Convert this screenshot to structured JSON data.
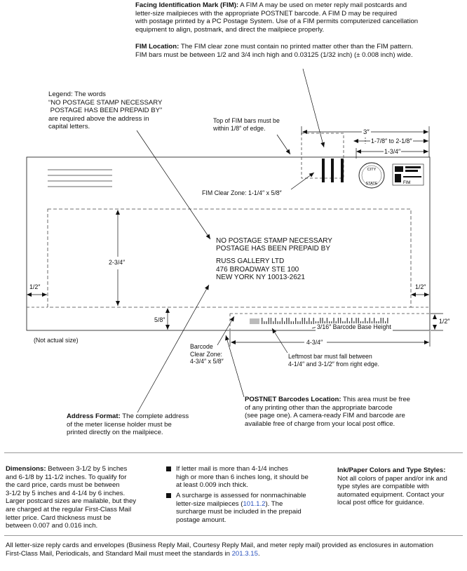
{
  "fim": {
    "title": "Facing Identification Mark (FIM):",
    "body_lines": [
      " A FIM A may be used on meter reply mail postcards and",
      "letter-size mailpieces with the appropriate POSTNET barcode. A FIM D may be required",
      "with postage printed by a PC Postage System. Use of a FIM permits computerized cancellation",
      "equipment to align, postmark, and direct the mailpiece properly."
    ],
    "location_title": "FIM Location:",
    "location_lines": [
      " The FIM clear zone must contain no printed matter other than the FIM pattern.",
      "FIM bars must be between 1/2 and 3/4 inch high and 0.03125 (1/32 inch) (± 0.008 inch) wide."
    ]
  },
  "legend": {
    "lines": [
      "Legend: The words",
      "“NO POSTAGE STAMP NECESSARY",
      " POSTAGE HAS BEEN PREPAID BY”",
      "are required above the address in",
      "capital letters."
    ]
  },
  "fim_top_note": {
    "lines": [
      "Top of FIM bars must be",
      "within 1/8″ of edge."
    ]
  },
  "dims": {
    "three": "3″",
    "range": "1-7/8″ to 2-1/8″",
    "one_three_quarter": "1-3/4″",
    "two_three_quarter": "2-3/4″",
    "half_left": "1/2″",
    "half_right": "1/2″",
    "five_eighths": "5/8″",
    "half_barcode": "1/2″",
    "four_three_quarter": "4-3/4″"
  },
  "fim_clear_zone": "FIM Clear Zone: 1-1/4″ x 5/8″",
  "address": {
    "line1": "NO POSTAGE STAMP NECESSARY",
    "line2": "POSTAGE HAS BEEN PREPAID BY",
    "line3": "RUSS GALLERY LTD",
    "line4": "476 BROADWAY STE 100",
    "line5": "NEW YORK NY  10013-2621"
  },
  "postmark": {
    "city": "CITY",
    "state": "STATE"
  },
  "meter_stamp": {
    "text": "FIM"
  },
  "barcode_base": "3/16″ Barcode Base Height",
  "not_actual": "(Not actual size)",
  "barcode_clear": {
    "lines": [
      "Barcode",
      "Clear Zone:",
      "4-3/4″ x 5/8″"
    ]
  },
  "leftmost_bar": {
    "lines": [
      "Leftmost bar must fall between",
      "4-1/4″ and 3-1/2″ from right edge."
    ]
  },
  "postnet": {
    "title": "POSTNET Barcodes Location:",
    "lines": [
      " This area must be free",
      "of any printing other than the appropriate barcode",
      "(see page one). A camera-ready FIM and barcode are",
      "available free of charge from your local post office."
    ]
  },
  "address_format": {
    "title": "Address Format:",
    "lines": [
      " The complete address",
      "of the meter license holder must be",
      "printed directly on the mailpiece."
    ]
  },
  "dimensions_block": {
    "title": "Dimensions:",
    "lines": [
      " Between 3-1/2 by 5 inches",
      "and 6-1/8 by 11-1/2 inches. To qualify for",
      "the card price, cards must be between",
      "3-1/2 by 5 inches and 4-1/4 by 6 inches.",
      "Larger postcard sizes are mailable, but they",
      "are charged at the regular First-Class Mail",
      "letter price. Card thickness must be",
      "between 0.007 and 0.016 inch."
    ]
  },
  "bullets": {
    "b1_lines": [
      "If letter mail is more than 4-1/4 inches",
      "high or more than 6 inches long, it should be",
      "at least 0.009 inch thick."
    ],
    "b2_pre": [
      "A surcharge is assessed for nonmachinable",
      "letter-size mailpieces ("
    ],
    "b2_link": "101.1.2",
    "b2_post": "). The",
    "b2_rest": [
      "surcharge must be included in the prepaid",
      "postage amount."
    ]
  },
  "ink": {
    "title": "Ink/Paper Colors and Type Styles:",
    "lines": [
      "Not all colors of paper and/or ink and",
      "type styles are compatible with",
      "automated equipment. Contact your",
      "local post office for guidance."
    ]
  },
  "footer": {
    "line1": "All letter-size reply cards and envelopes (Business Reply Mail, Courtesy Reply Mail, and meter reply mail) provided as enclosures in automation",
    "line2_pre": "First-Class Mail, Periodicals, and Standard Mail must meet the standards in ",
    "line2_link": "201.3.15",
    "line2_post": "."
  }
}
